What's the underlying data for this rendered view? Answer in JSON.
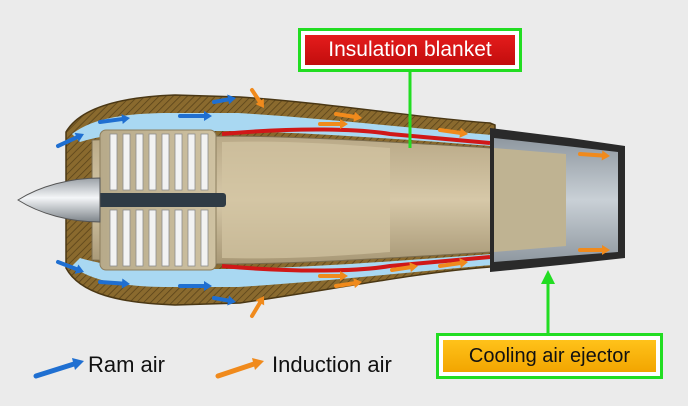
{
  "callouts": {
    "insulation_blanket": "Insulation blanket",
    "cooling_air_ejector": "Cooling air ejector"
  },
  "legend": {
    "ram_air": "Ram air",
    "induction_air": "Induction air"
  },
  "colors": {
    "ram_air_arrow": "#1f6fd1",
    "induction_air_arrow": "#f08a1c",
    "cowling": "#8a6a2e",
    "airflow_channel": "#a9d8f2",
    "insulation": "#d01818",
    "callout_border": "#22dd22"
  }
}
